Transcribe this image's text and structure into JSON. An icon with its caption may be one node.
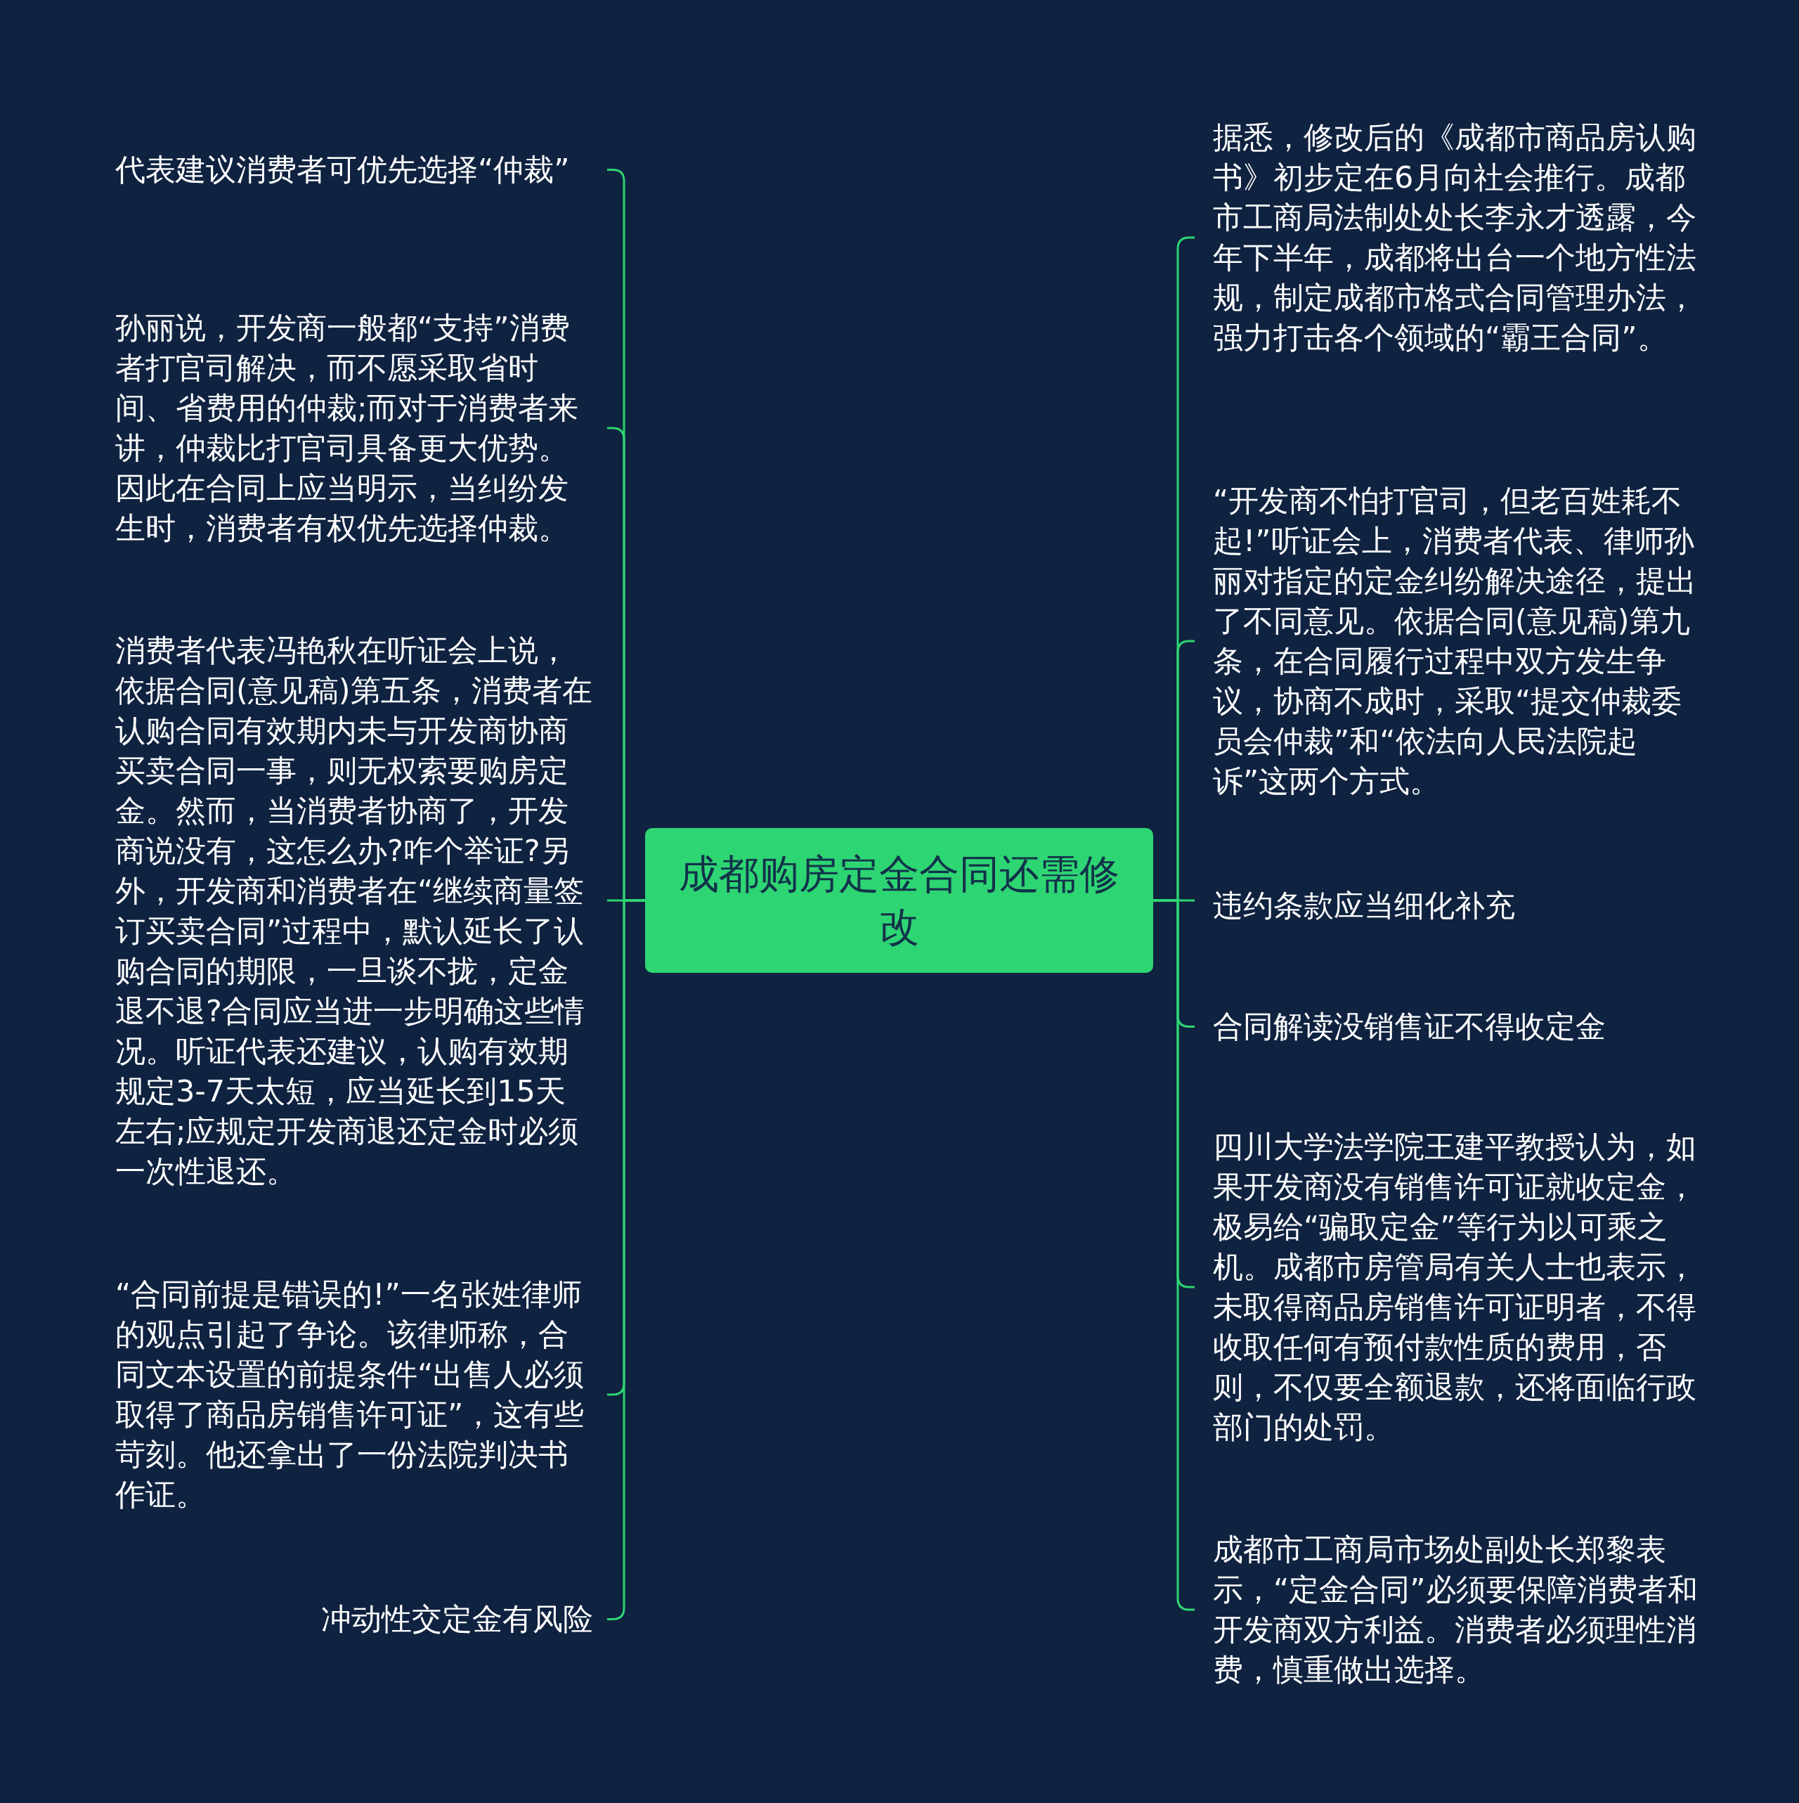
{
  "diagram": {
    "nodes": [
      {
        "text": [
          "成都购房定金合同还需修改"
        ]
      },
      {
        "text": [
          "代表建议消费者可优先选择“仲裁”"
        ]
      },
      {
        "text": [
          "孙丽说，开发商一般都“支持”消费者打官司解决，而不愿采取省时间、省费用的仲裁;而对于消费者来讲，仲裁比打官司具备更大优势。因此在合同上应当明示，当纠纷发生时，消费者有权优先选择仲裁。"
        ]
      },
      {
        "text": [
          "消费者代表冯艳秋在听证会上说，依据合同(意见稿)第五条，消费者在认购合同有效期内未与开发商协商买卖合同一事，则无权索要购房定金。然而，当消费者协商了，开发商说没有，这怎么办?咋个举证?另外，开发商和消费者在“继续商量签订买卖合同”过程中，默认延长了认购合同的期限，一旦谈不拢，定金退不退?合同应当进一步明确这些情况。听证代表还建议，认购有效期规定3-7天太短，应当延长到15天左右;应规定开发商退还定金时必须一次性退还。"
        ]
      },
      {
        "text": [
          "“合同前提是错误的!”一名张姓律师的观点引起了争论。该律师称，合同文本设置的前提条件“出售人必须取得了商品房销售许可证”，这有些苛刻。他还拿出了一份法院判决书作证。"
        ]
      },
      {
        "text": [
          "冲动性交定金有风险"
        ]
      },
      {
        "text": [
          "据悉，修改后的《成都市商品房认购书》初步定在6月向社会推行。成都市工商局法制处处长李永才透露，今年下半年，成都将出台一个地方性法规，制定成都市格式合同管理办法，强力打击各个领域的“霸王合同”。"
        ]
      },
      {
        "text": [
          "“开发商不怕打官司，但老百姓耗不起!”听证会上，消费者代表、律师孙丽对指定的定金纠纷解决途径，提出了不同意见。依据合同(意见稿)第九条，在合同履行过程中双方发生争议，协商不成时，采取“提交仲裁委员会仲裁”和“依法向人民法院起诉”这两个方式。"
        ]
      },
      {
        "text": [
          "违约条款应当细化补充"
        ]
      },
      {
        "text": [
          "合同解读没销售证不得收定金"
        ]
      },
      {
        "text": [
          "四川大学法学院王建平教授认为，如果开发商没有销售许可证就收定金，极易给“骗取定金”等行为以可乘之机。成都市房管局有关人士也表示，未取得商品房销售许可证明者，不得收取任何有预付款性质的费用，否则，不仅要全额退款，还将面临行政部门的处罚。"
        ]
      },
      {
        "text": [
          "成都市工商局市场处副处长郑黎表示，“定金合同”必须要保障消费者和开发商双方利益。消费者必须理性消费，慎重做出选择。"
        ]
      }
    ],
    "edges": [
      {
        "from": 0,
        "to": 1,
        "arrow": "none"
      },
      {
        "from": 0,
        "to": 2,
        "arrow": "none"
      },
      {
        "from": 0,
        "to": 3,
        "arrow": "none"
      },
      {
        "from": 0,
        "to": 4,
        "arrow": "none"
      },
      {
        "from": 0,
        "to": 5,
        "arrow": "none"
      },
      {
        "from": 0,
        "to": 6,
        "arrow": "none"
      },
      {
        "from": 0,
        "to": 7,
        "arrow": "none"
      },
      {
        "from": 0,
        "to": 8,
        "arrow": "none"
      },
      {
        "from": 0,
        "to": 9,
        "arrow": "none"
      },
      {
        "from": 0,
        "to": 10,
        "arrow": "none"
      },
      {
        "from": 0,
        "to": 11,
        "arrow": "none"
      }
    ]
  }
}
